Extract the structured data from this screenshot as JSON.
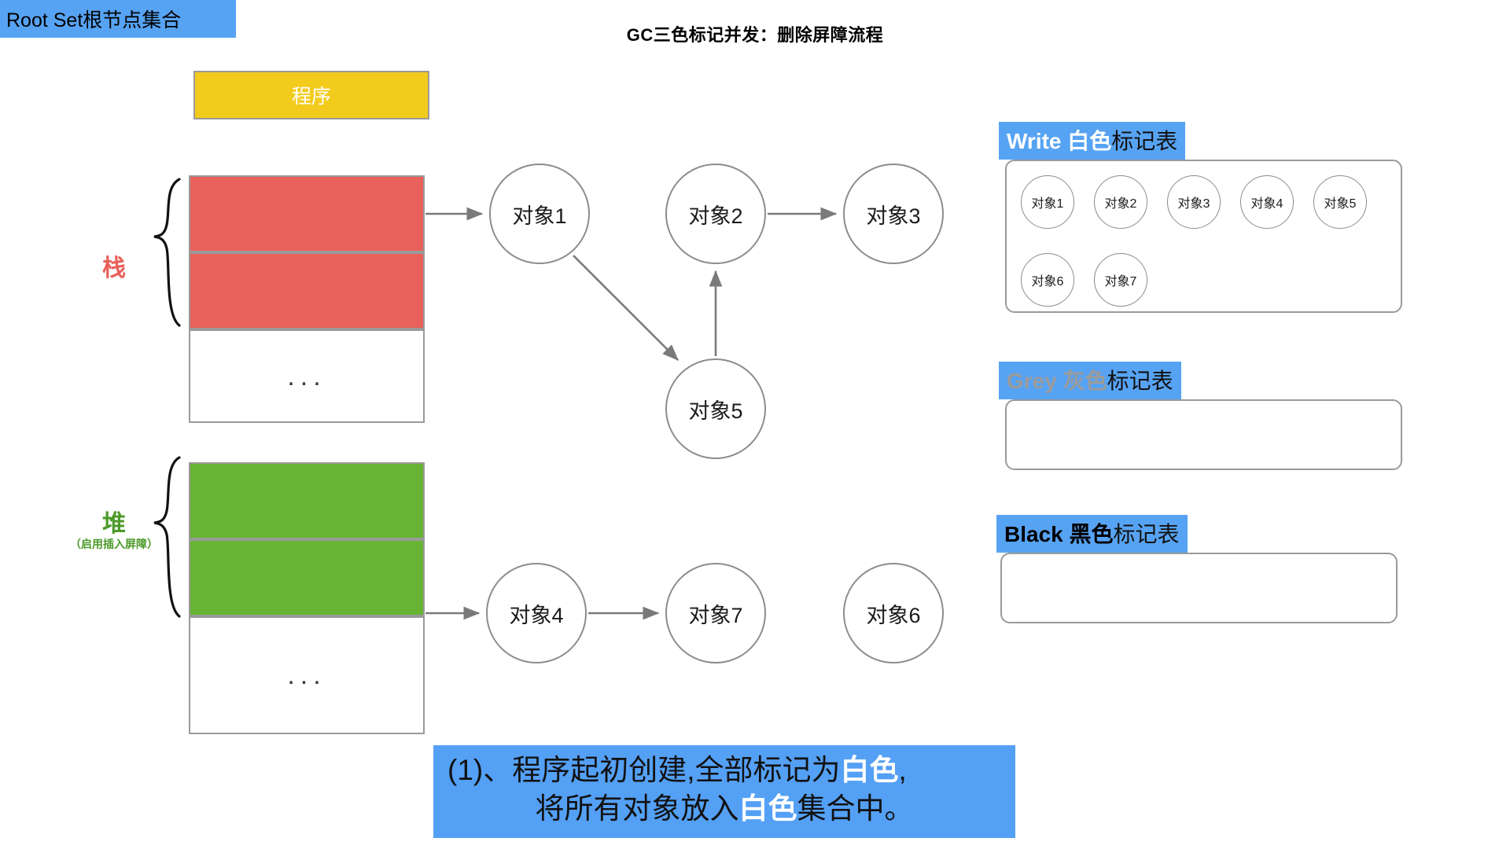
{
  "title": "GC三色标记并发：删除屏障流程",
  "memory": {
    "program_label": "程序",
    "rootset_label": "Root Set根节点集合",
    "ellipsis": "...",
    "stack_label": "栈",
    "heap_label": "堆",
    "heap_sublabel": "（启用插入屏障）",
    "colors": {
      "program": "#F2CB1D",
      "rootset": "#57A3F3",
      "stack_cell": "#E8615A",
      "heap_cell": "#67B334",
      "border": "#9a9a9a"
    }
  },
  "graph": {
    "nodes": [
      {
        "id": "o1",
        "label": "对象1"
      },
      {
        "id": "o2",
        "label": "对象2"
      },
      {
        "id": "o3",
        "label": "对象3"
      },
      {
        "id": "o5",
        "label": "对象5"
      },
      {
        "id": "o4",
        "label": "对象4"
      },
      {
        "id": "o7",
        "label": "对象7"
      },
      {
        "id": "o6",
        "label": "对象6"
      }
    ]
  },
  "tables": [
    {
      "id": "white",
      "title_strong": "Write 白色",
      "title_rest": "标记表",
      "title_strong_color": "#ffffff",
      "items": [
        "对象1",
        "对象2",
        "对象3",
        "对象4",
        "对象5",
        "对象6",
        "对象7"
      ]
    },
    {
      "id": "grey",
      "title_strong": "Grey 灰色",
      "title_rest": "标记表",
      "title_strong_color": "#9b9b9b",
      "items": []
    },
    {
      "id": "black",
      "title_strong": "Black 黑色",
      "title_rest": "标记表",
      "title_strong_color": "#000000",
      "items": []
    }
  ],
  "caption": {
    "line1_a": "(1)、程序起初创建,全部标记为",
    "line1_hl": "白色",
    "line1_b": ",",
    "line2_a": "将所有对象放入",
    "line2_hl": "白色",
    "line2_b": "集合中。",
    "background": "#54A0F5"
  }
}
